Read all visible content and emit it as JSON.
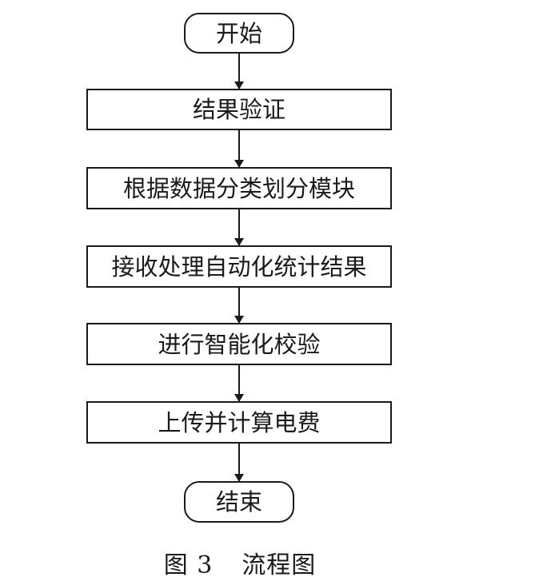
{
  "flowchart": {
    "start": "开始",
    "steps": [
      "结果验证",
      "根据数据分类划分模块",
      "接收处理自动化统计结果",
      "进行智能化校验",
      "上传并计算电费"
    ],
    "end": "结束"
  },
  "caption": {
    "label": "图 3",
    "title": "流程图"
  },
  "colors": {
    "stroke": "#1a1a1a",
    "background": "#ffffff"
  }
}
